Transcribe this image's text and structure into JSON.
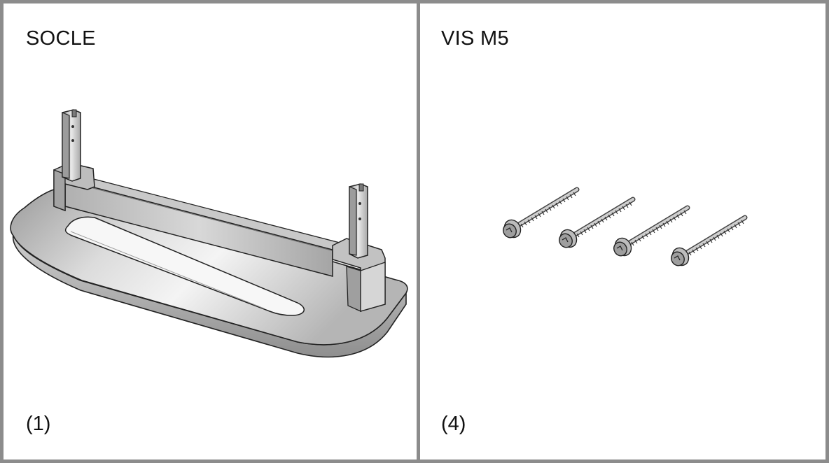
{
  "parts": [
    {
      "name": "SOCLE",
      "quantity": "(1)",
      "icon": "tv-stand-base-illustration"
    },
    {
      "name": "VIS M5",
      "quantity": "(4)",
      "icon": "screw-illustration"
    }
  ],
  "colors": {
    "border": "#8c8c8c",
    "text": "#111111",
    "metal_light": "#e6e6e6",
    "metal_mid": "#bdbdbd",
    "metal_dark": "#8a8a8a",
    "outline": "#222222"
  }
}
